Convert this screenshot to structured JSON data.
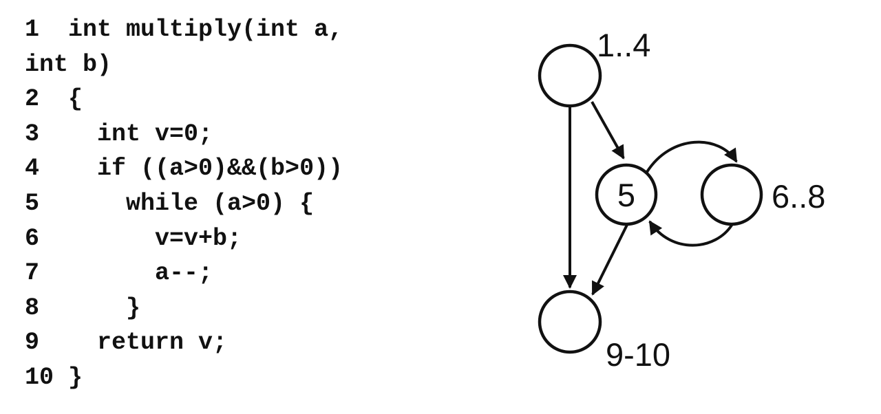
{
  "code": {
    "lines": [
      "1  int multiply(int a,",
      "int b)",
      "2  {",
      "3    int v=0;",
      "4    if ((a>0)&&(b>0))",
      "5      while (a>0) {",
      "6        v=v+b;",
      "7        a--;",
      "8      }",
      "9    return v;",
      "10 }"
    ]
  },
  "graph": {
    "nodes": [
      {
        "id": "n1",
        "label": "1..4"
      },
      {
        "id": "n5",
        "label": "5"
      },
      {
        "id": "n6",
        "label": "6..8"
      },
      {
        "id": "n9",
        "label": "9-10"
      }
    ],
    "edges": [
      {
        "from": "n1",
        "to": "n5"
      },
      {
        "from": "n1",
        "to": "n9"
      },
      {
        "from": "n5",
        "to": "n6"
      },
      {
        "from": "n6",
        "to": "n5"
      },
      {
        "from": "n5",
        "to": "n9"
      }
    ]
  }
}
